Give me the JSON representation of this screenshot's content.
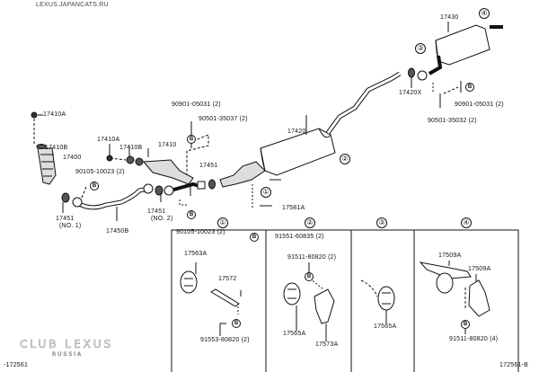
{
  "header": {
    "site": "LEXUS.JAPANCATS.RU"
  },
  "footer": {
    "left_code": "-172561",
    "right_code": "172561-B"
  },
  "watermark": {
    "line1": "CLUB LEXUS",
    "line2": "RUSSIA"
  },
  "callouts": {
    "c1": "①",
    "c2": "②",
    "c3": "③",
    "c4": "④",
    "bolt": "B"
  },
  "parts": {
    "p17410A_top": "17410A",
    "p17410B_left": "17410B",
    "p17400": "17400",
    "p17410A_mid": "17410A",
    "p17410B_mid": "17410B",
    "p17410": "17410",
    "p90105_a": "90105-10023 (2)",
    "p90901_a": "90901-05031 (2)",
    "p90501_a": "90501-35037 (2)",
    "p17451_mid": "17451",
    "p17451_no1": "17451",
    "p17451_no1_note": "(NO. 1)",
    "p17450B": "17450B",
    "p17451_no2": "17451",
    "p17451_no2_note": "(NO. 2)",
    "p90105_b": "90105-10023 (2)",
    "p17420": "17420",
    "p17581A": "17581A",
    "p91551": "91551-60835 (2)",
    "p17430": "17430",
    "p17420X": "17420X",
    "p90901_b": "90901-05031 (2)",
    "p90501_b": "90501-35032 (2)"
  },
  "detail_panels": [
    {
      "callout": "①",
      "parts": [
        "17563A",
        "17572",
        "91553-80820 (2)"
      ]
    },
    {
      "callout": "②",
      "parts": [
        "91511-80820 (2)",
        "17565A",
        "17573A"
      ]
    },
    {
      "callout": "③",
      "parts": [
        "17565A"
      ]
    },
    {
      "callout": "④",
      "parts": [
        "17509A",
        "17509A",
        "91511-80820 (4)"
      ]
    }
  ]
}
